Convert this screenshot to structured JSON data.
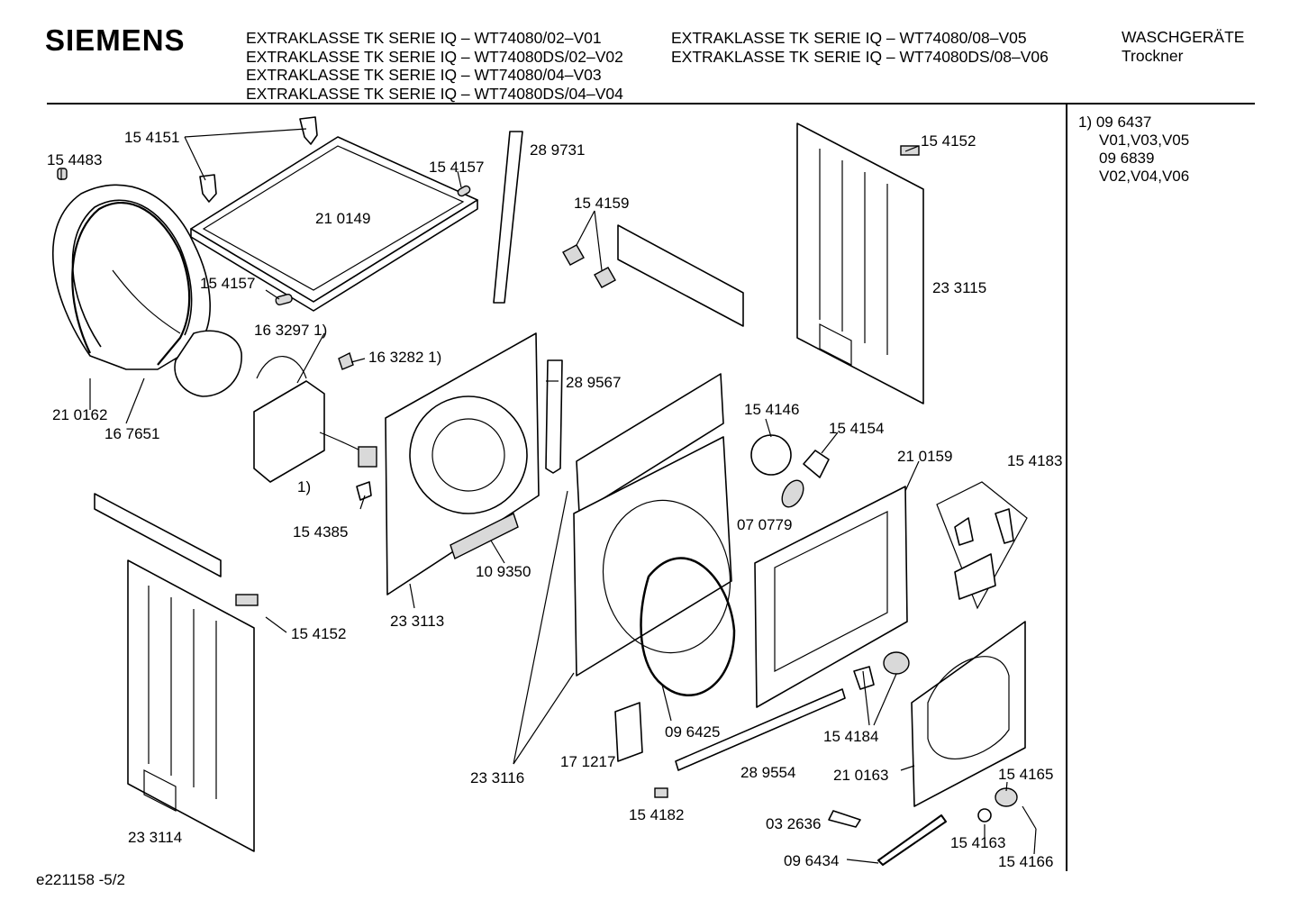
{
  "header": {
    "brand": "SIEMENS",
    "models_col1": [
      "EXTRAKLASSE TK SERIE IQ – WT74080/02–V01",
      "EXTRAKLASSE TK SERIE IQ – WT74080DS/02–V02",
      "EXTRAKLASSE TK SERIE IQ – WT74080/04–V03",
      "EXTRAKLASSE TK SERIE IQ – WT74080DS/04–V04"
    ],
    "models_col2": [
      "EXTRAKLASSE TK SERIE IQ – WT74080/08–V05",
      "EXTRAKLASSE TK SERIE IQ – WT74080DS/08–V06"
    ],
    "category": "WASCHGERÄTE",
    "subcategory": "Trockner"
  },
  "notes": {
    "n1": "1)  09 6437",
    "n2": "V01,V03,V05",
    "n3": "09 6839",
    "n4": "V02,V04,V06"
  },
  "footer": {
    "code": "e221158 -5/2"
  },
  "parts": {
    "p154151": "15 4151",
    "p154483": "15 4483",
    "p210149": "21 0149",
    "p154157a": "15 4157",
    "p154157b": "15 4157",
    "p289731": "28 9731",
    "p154159": "15 4159",
    "p154152a": "15 4152",
    "p233115": "23 3115",
    "p163297": "16 3297 1)",
    "p163282": "16 3282 1)",
    "p289567": "28 9567",
    "p210162": "21 0162",
    "p167651": "16 7651",
    "p1note": "1)",
    "p154385": "15 4385",
    "p109350": "10 9350",
    "p233113": "23 3113",
    "p154146": "15 4146",
    "p154154": "15 4154",
    "p210159": "21 0159",
    "p154183": "15 4183",
    "p070779": "07 0779",
    "p154152b": "15 4152",
    "p096425": "09 6425",
    "p154184": "15 4184",
    "p171217": "17 1217",
    "p289554": "28 9554",
    "p210163": "21 0163",
    "p154165": "15 4165",
    "p233116": "23 3116",
    "p154182": "15 4182",
    "p032636": "03 2636",
    "p154163": "15 4163",
    "p233114": "23 3114",
    "p096434": "09 6434",
    "p154166": "15 4166"
  }
}
